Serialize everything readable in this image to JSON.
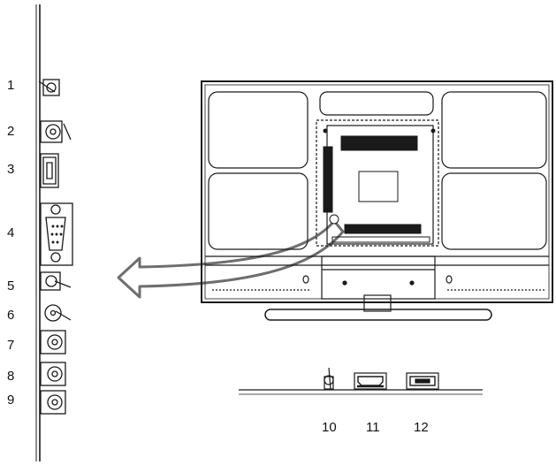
{
  "side_panel": {
    "callouts": [
      {
        "label": "1",
        "connector": "antenna-connector-icon"
      },
      {
        "label": "2",
        "connector": "coaxial-connector-icon"
      },
      {
        "label": "3",
        "connector": "hdmi-port-icon"
      },
      {
        "label": "4",
        "connector": "vga-port-icon"
      },
      {
        "label": "5",
        "connector": "audio-jack-icon"
      },
      {
        "label": "6",
        "connector": "headphone-jack-icon"
      },
      {
        "label": "7",
        "connector": "rca-jack-icon"
      },
      {
        "label": "8",
        "connector": "rca-jack-icon"
      },
      {
        "label": "9",
        "connector": "rca-jack-icon"
      }
    ]
  },
  "bottom_panel": {
    "callouts": [
      {
        "label": "10",
        "connector": "antenna-connector-icon"
      },
      {
        "label": "11",
        "connector": "hdmi-port-icon"
      },
      {
        "label": "12",
        "connector": "usb-port-icon"
      }
    ]
  },
  "colors": {
    "stroke": "#1a1a1a",
    "arrow": "#6e6e6e",
    "fill": "#ffffff"
  }
}
